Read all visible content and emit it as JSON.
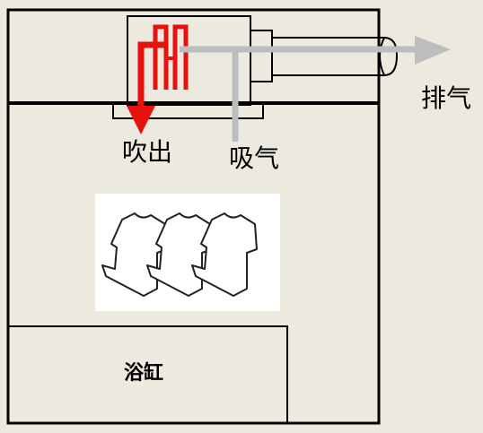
{
  "labels": {
    "blow_out": "吹出",
    "intake": "吸气",
    "exhaust": "排气",
    "bathtub": "浴缸"
  },
  "colors": {
    "background": "#ECE9DF",
    "outline": "#000000",
    "hot_air": "#E8120C",
    "air_flow": "#BDBDBD",
    "clothes_panel": "#FFFFFF"
  },
  "icons": {
    "heater": "heater-fins-icon",
    "clothes": "hanging-shirts-icon"
  }
}
